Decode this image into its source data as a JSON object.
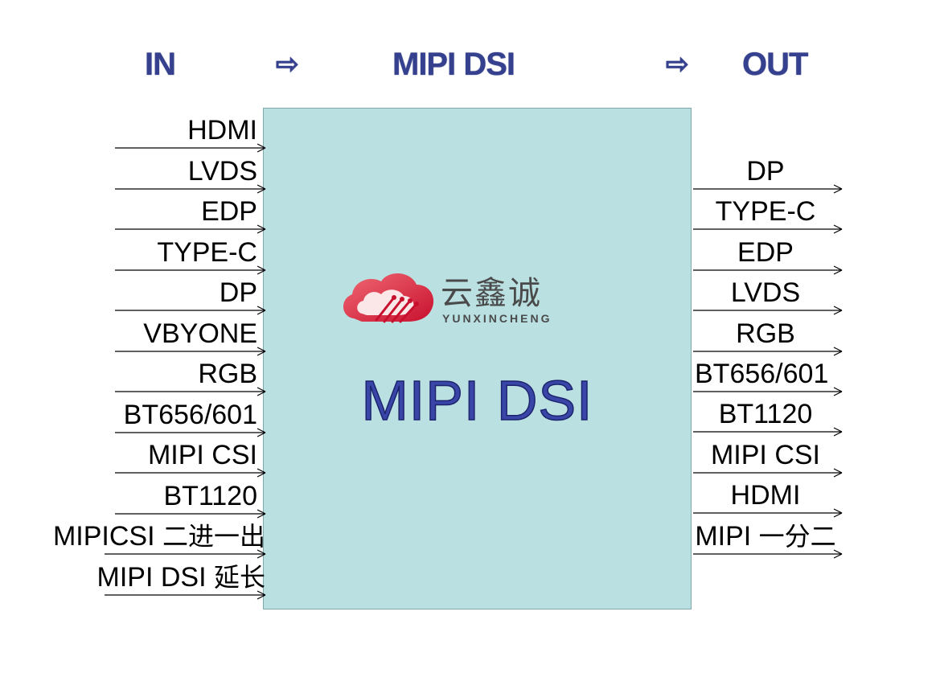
{
  "header": {
    "in": "IN",
    "arrow": "⇨",
    "middle": "MIPI DSI",
    "out": "OUT"
  },
  "chip": {
    "title": "MIPI DSI",
    "fill_color": "#bae0e2",
    "logo": {
      "cn": "云鑫诚",
      "en": "YUNXINCHENG"
    }
  },
  "inputs": [
    "HDMI",
    "LVDS",
    "EDP",
    "TYPE-C",
    "DP",
    "VBYONE",
    "RGB",
    "BT656/601",
    "MIPI CSI",
    "BT1120",
    "MIPICSI 二进一出",
    "MIPI DSI 延长"
  ],
  "outputs": [
    "DP",
    "TYPE-C",
    "EDP",
    "LVDS",
    "RGB",
    "BT656/601",
    "BT1120",
    "MIPI CSI",
    "HDMI",
    "MIPI 一分二"
  ],
  "colors": {
    "header": "#35408f",
    "chip_title": "#3a45a8",
    "logo_red": "#e0313f"
  }
}
